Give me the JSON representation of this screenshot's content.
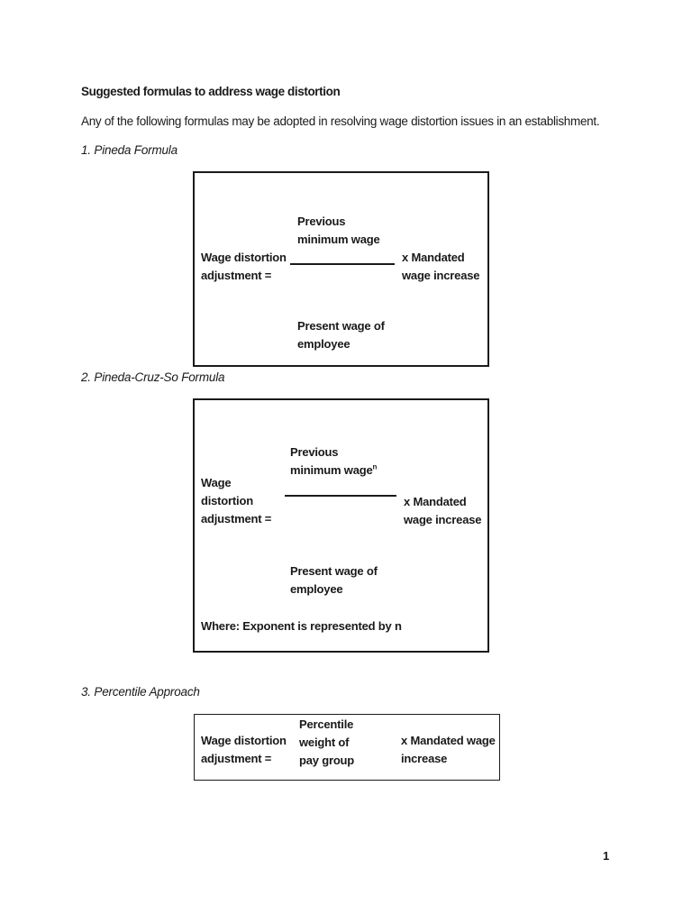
{
  "doc": {
    "title": "Suggested formulas to address wage distortion",
    "intro": "Any of the following formulas may be adopted in resolving wage distortion issues in an establishment.",
    "page_number": "1"
  },
  "sections": [
    {
      "label": "1. Pineda Formula",
      "formula": {
        "lhs_lines": [
          "Wage distortion",
          "adjustment ="
        ],
        "numerator_lines": [
          "Previous",
          "minimum wage"
        ],
        "denominator_lines": [
          "Present wage of",
          "employee"
        ],
        "rhs_lines": [
          "x Mandated",
          "wage increase"
        ]
      }
    },
    {
      "label": "2. Pineda-Cruz-So Formula",
      "formula": {
        "lhs_lines": [
          "Wage",
          "distortion",
          "adjustment ="
        ],
        "numerator_lines": [
          "Previous",
          "minimum wage"
        ],
        "numerator_superscript": "n",
        "denominator_lines": [
          "Present wage of",
          "employee"
        ],
        "rhs_lines": [
          "x Mandated",
          "wage increase"
        ],
        "note": "Where: Exponent is represented by n"
      }
    },
    {
      "label": "3. Percentile Approach",
      "formula": {
        "lhs_lines": [
          "Wage distortion",
          "adjustment ="
        ],
        "middle_lines": [
          "Percentile",
          "weight of",
          "pay group"
        ],
        "rhs_lines": [
          "x Mandated wage",
          "increase"
        ]
      }
    }
  ],
  "colors": {
    "text": "#1a1a1a",
    "page_background": "#ffffff",
    "border": "#1a1a1a"
  }
}
